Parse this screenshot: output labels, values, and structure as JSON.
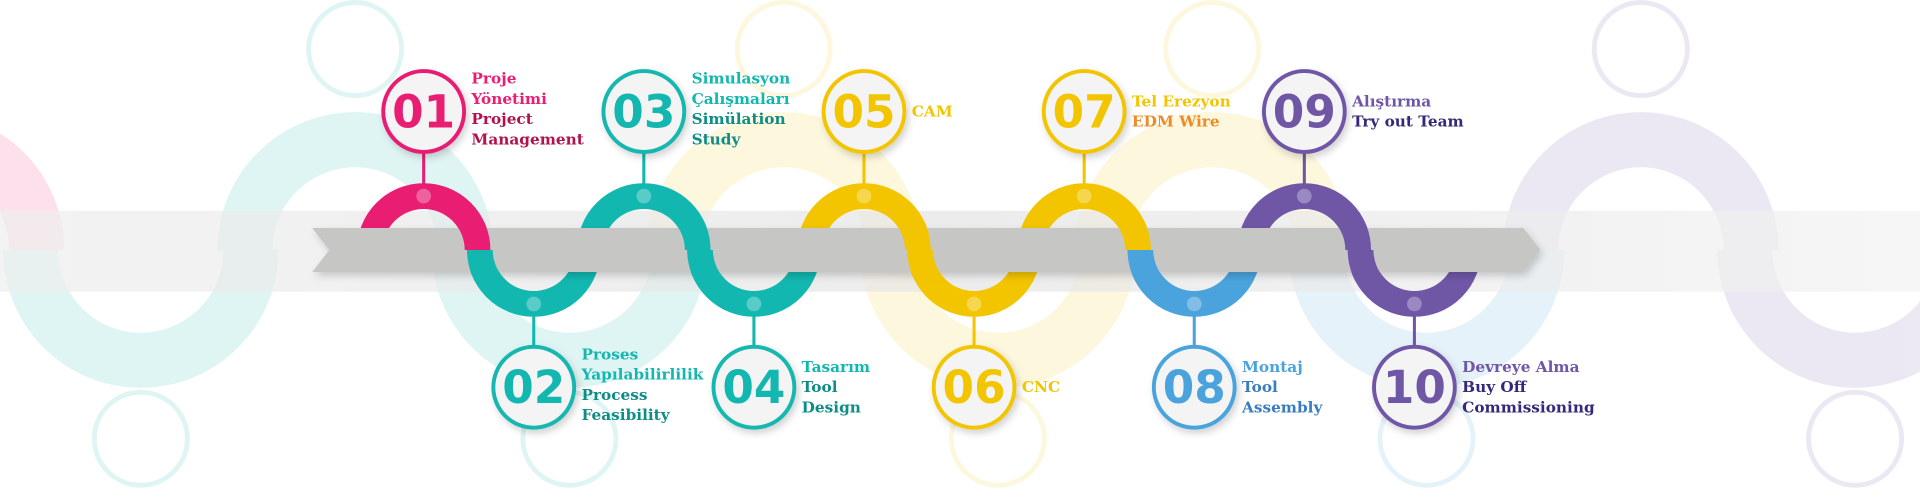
{
  "title": "Process Timeline",
  "colors": {
    "pink": "#e91e73",
    "pink_dark": "#b0124f",
    "teal": "#12b7af",
    "teal_dark": "#0e8c86",
    "yellow": "#f2c500",
    "orange": "#f08a24",
    "blue": "#4aa3dc",
    "blue_dark": "#3a7cc0",
    "purple": "#6f57a6",
    "purple_dark": "#35287a",
    "band": "#c6c6c5"
  },
  "steps": [
    {
      "number": "01",
      "position": "top",
      "color": "#e91e73",
      "lines": [
        {
          "text": "Proje",
          "color": "#e91e73"
        },
        {
          "text": "Yönetimi",
          "color": "#e91e73"
        },
        {
          "text": "Project",
          "color": "#b0124f"
        },
        {
          "text": "Management",
          "color": "#b0124f"
        }
      ]
    },
    {
      "number": "02",
      "position": "bottom",
      "color": "#12b7af",
      "lines": [
        {
          "text": "Proses",
          "color": "#12b7af"
        },
        {
          "text": "Yapılabilirlilik",
          "color": "#12b7af"
        },
        {
          "text": "Process",
          "color": "#0e8c86"
        },
        {
          "text": "Feasibility",
          "color": "#0e8c86"
        }
      ]
    },
    {
      "number": "03",
      "position": "top",
      "color": "#12b7af",
      "lines": [
        {
          "text": "Simulasyon",
          "color": "#12b7af"
        },
        {
          "text": "Çalışmaları",
          "color": "#12b7af"
        },
        {
          "text": "Simülation",
          "color": "#0e8c86"
        },
        {
          "text": "Study",
          "color": "#0e8c86"
        }
      ]
    },
    {
      "number": "04",
      "position": "bottom",
      "color": "#12b7af",
      "lines": [
        {
          "text": "Tasarım",
          "color": "#12b7af"
        },
        {
          "text": "Tool",
          "color": "#0e8c86"
        },
        {
          "text": "Design",
          "color": "#0e8c86"
        }
      ]
    },
    {
      "number": "05",
      "position": "top",
      "color": "#f2c500",
      "lines": [
        {
          "text": "CAM",
          "color": "#f2c500"
        }
      ]
    },
    {
      "number": "06",
      "position": "bottom",
      "color": "#f2c500",
      "lines": [
        {
          "text": "CNC",
          "color": "#f2c500"
        }
      ]
    },
    {
      "number": "07",
      "position": "top",
      "color": "#f2c500",
      "lines": [
        {
          "text": "Tel Erezyon",
          "color": "#f2c500"
        },
        {
          "text": "EDM Wire",
          "color": "#f08a24"
        }
      ]
    },
    {
      "number": "08",
      "position": "bottom",
      "color": "#4aa3dc",
      "lines": [
        {
          "text": "Montaj",
          "color": "#4aa3dc"
        },
        {
          "text": "Tool",
          "color": "#3a7cc0"
        },
        {
          "text": "Assembly",
          "color": "#3a7cc0"
        }
      ]
    },
    {
      "number": "09",
      "position": "top",
      "color": "#6f57a6",
      "lines": [
        {
          "text": "Alıştırma",
          "color": "#6f57a6"
        },
        {
          "text": "Try out Team",
          "color": "#35287a"
        }
      ]
    },
    {
      "number": "10",
      "position": "bottom",
      "color": "#6f57a6",
      "lines": [
        {
          "text": "Devreye  Alma",
          "color": "#6f57a6"
        },
        {
          "text": "Buy Off",
          "color": "#35287a"
        },
        {
          "text": "Commissioning",
          "color": "#35287a"
        }
      ]
    }
  ]
}
